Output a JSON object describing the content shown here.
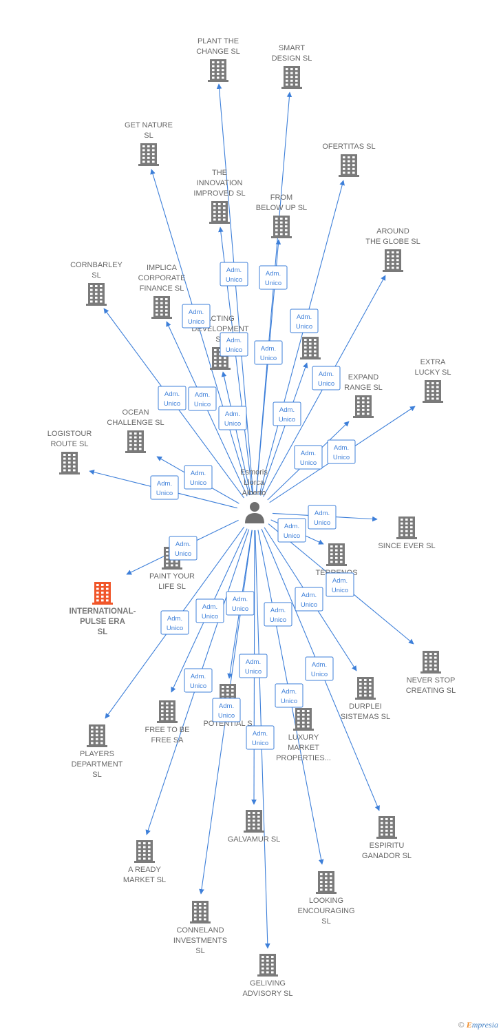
{
  "center": {
    "lines": [
      "Esmoris",
      "Llorca",
      "Alberto"
    ],
    "icon": "person-icon"
  },
  "badge": {
    "line1": "Adm.",
    "line2": "Unico"
  },
  "companies": [
    {
      "id": "plant-the-change",
      "lines": [
        "PLANT THE",
        "CHANGE  SL"
      ]
    },
    {
      "id": "smart-design",
      "lines": [
        "SMART",
        "DESIGN  SL"
      ]
    },
    {
      "id": "get-nature",
      "lines": [
        "GET NATURE",
        "SL"
      ]
    },
    {
      "id": "ofertitas",
      "lines": [
        "OFERTITAS  SL"
      ]
    },
    {
      "id": "the-innovation-improved",
      "lines": [
        "THE",
        "INNOVATION",
        "IMPROVED  SL"
      ]
    },
    {
      "id": "from-below-up",
      "lines": [
        "FROM",
        "BELOW UP  SL"
      ]
    },
    {
      "id": "around-the-globe",
      "lines": [
        "AROUND",
        "THE GLOBE  SL"
      ]
    },
    {
      "id": "cornbarley",
      "lines": [
        "CORNBARLEY",
        "SL"
      ]
    },
    {
      "id": "implica-corporate-finance",
      "lines": [
        "IMPLICA",
        "CORPORATE",
        "FINANCE  SL"
      ]
    },
    {
      "id": "acting-development",
      "lines": [
        "ACTING",
        "DEVELOPMENT",
        "SL"
      ]
    },
    {
      "id": "partial-o-sl",
      "lines": [
        "O",
        "SL"
      ]
    },
    {
      "id": "extra-lucky",
      "lines": [
        "EXTRA",
        "LUCKY  SL"
      ]
    },
    {
      "id": "expand-range",
      "lines": [
        "EXPAND",
        "RANGE  SL"
      ]
    },
    {
      "id": "ocean-challenge",
      "lines": [
        "OCEAN",
        "CHALLENGE  SL"
      ]
    },
    {
      "id": "logistour-route",
      "lines": [
        "LOGISTOUR",
        "ROUTE  SL"
      ]
    },
    {
      "id": "since-ever",
      "lines": [
        "SINCE EVER  SL"
      ]
    },
    {
      "id": "terrenos",
      "lines": [
        "TERRENOS",
        "D",
        "SEGU"
      ]
    },
    {
      "id": "paint-your-life",
      "lines": [
        "PAINT YOUR",
        "LIFE  SL"
      ]
    },
    {
      "id": "international-pulse-era",
      "lines": [
        "INTERNATIONAL-",
        "PULSE ERA",
        "SL"
      ]
    },
    {
      "id": "never-stop-creating",
      "lines": [
        "NEVER STOP",
        "CREATING  SL"
      ]
    },
    {
      "id": "durplei-sistemas",
      "lines": [
        "DURPLEI",
        "SISTEMAS  SL"
      ]
    },
    {
      "id": "unlimited-potential",
      "lines": [
        "U          D",
        "POTENTIAL  S"
      ]
    },
    {
      "id": "luxury-market-properties",
      "lines": [
        "LUXURY",
        "MARKET",
        "PROPERTIES..."
      ]
    },
    {
      "id": "free-to-be-free",
      "lines": [
        "FREE TO BE",
        "FREE SA"
      ]
    },
    {
      "id": "players-department",
      "lines": [
        "PLAYERS",
        "DEPARTMENT",
        "SL"
      ]
    },
    {
      "id": "galvamur",
      "lines": [
        "GALVAMUR  SL"
      ]
    },
    {
      "id": "espiritu-ganador",
      "lines": [
        "ESPIRITU",
        "GANADOR SL"
      ]
    },
    {
      "id": "a-ready-market",
      "lines": [
        "A READY",
        "MARKET  SL"
      ]
    },
    {
      "id": "looking-encouraging",
      "lines": [
        "LOOKING",
        "ENCOURAGING",
        "SL"
      ]
    },
    {
      "id": "conneland-investments",
      "lines": [
        "CONNELAND",
        "INVESTMENTS",
        "SL"
      ]
    },
    {
      "id": "geliving-advisory",
      "lines": [
        "GELIVING",
        "ADVISORY  SL"
      ]
    }
  ],
  "colors": {
    "edge": "#3d7fd9",
    "building": "#7a7a7a",
    "building_highlight": "#f0562a",
    "person": "#6f6f6f"
  },
  "footer": {
    "copyright": "©",
    "brand_e": "E",
    "brand_rest": "mpresia"
  }
}
